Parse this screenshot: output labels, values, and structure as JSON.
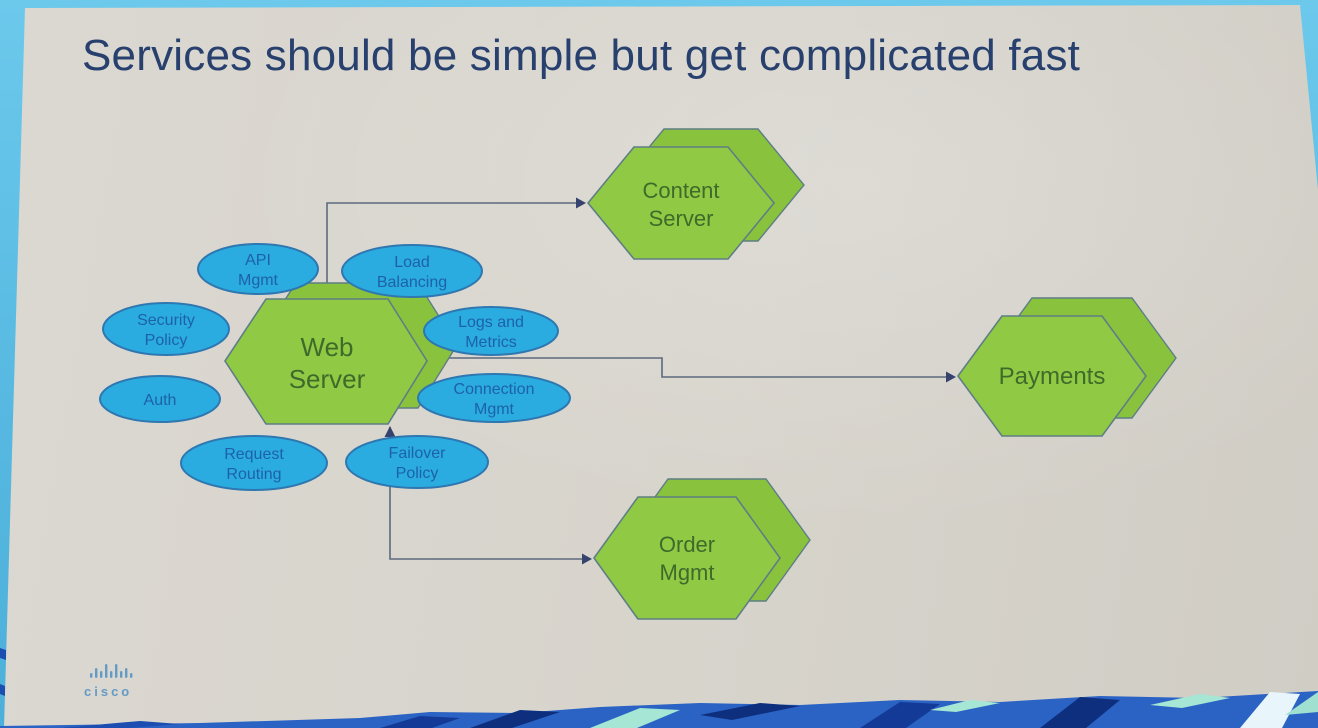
{
  "slide": {
    "title": "Services should be simple but get complicated fast",
    "logo_text": "CISCO"
  },
  "diagram": {
    "hex_nodes": [
      {
        "id": "content-server",
        "lines": [
          "Content",
          "Server"
        ]
      },
      {
        "id": "web-server",
        "lines": [
          "Web",
          "Server"
        ]
      },
      {
        "id": "payments",
        "lines": [
          "Payments"
        ]
      },
      {
        "id": "order-mgmt",
        "lines": [
          "Order",
          "Mgmt"
        ]
      }
    ],
    "ellipse_nodes": [
      {
        "id": "api-mgmt",
        "lines": [
          "API",
          "Mgmt"
        ]
      },
      {
        "id": "load-balancing",
        "lines": [
          "Load",
          "Balancing"
        ]
      },
      {
        "id": "security-policy",
        "lines": [
          "Security",
          "Policy"
        ]
      },
      {
        "id": "logs-and-metrics",
        "lines": [
          "Logs and",
          "Metrics"
        ]
      },
      {
        "id": "auth",
        "lines": [
          "Auth"
        ]
      },
      {
        "id": "connection-mgmt",
        "lines": [
          "Connection",
          "Mgmt"
        ]
      },
      {
        "id": "request-routing",
        "lines": [
          "Request",
          "Routing"
        ]
      },
      {
        "id": "failover-policy",
        "lines": [
          "Failover",
          "Policy"
        ]
      }
    ],
    "connections": [
      {
        "from": "web-server",
        "to": "content-server"
      },
      {
        "from": "web-server",
        "to": "payments"
      },
      {
        "from": "web-server",
        "to": "order-mgmt"
      }
    ]
  },
  "colors": {
    "photo_background": "#55b8e0",
    "slide_background": "#d8d5cd",
    "title_text": "#28406e",
    "hexagon_fill": "#90ca45",
    "hexagon_text": "#3e6b2a",
    "ellipse_fill": "#2aace0",
    "ellipse_text": "#1d62a6",
    "connector": "#5c6a7d",
    "cisco_logo": "#639bc6",
    "bottom_pattern_blue": "#2b63c4",
    "bottom_pattern_mint": "#a5e6d4"
  }
}
